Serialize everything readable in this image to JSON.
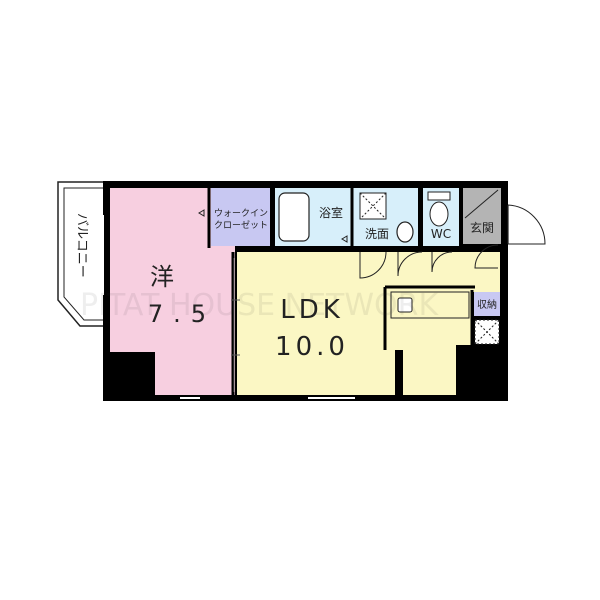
{
  "rooms": {
    "western": {
      "kanji": "洋",
      "size": "7.5"
    },
    "ldk": {
      "name": "LDK",
      "size": "10.0"
    },
    "walkin": {
      "line1": "ウォークイン",
      "line2": "クローゼット"
    },
    "bath": "浴室",
    "washroom": "洗面",
    "wc": "WC",
    "entrance": "玄関",
    "storage": "収納",
    "balcony": "バルコニー"
  },
  "watermark": "PITAT HOUSE NETWORK",
  "colors": {
    "western": "#f7cfe0",
    "ldk": "#fbf7c4",
    "walkin": "#c8c8f2",
    "wet": "#d7effa",
    "entrance": "#b4b4b4",
    "storage": "#c8c8f2",
    "wall": "#000000"
  }
}
